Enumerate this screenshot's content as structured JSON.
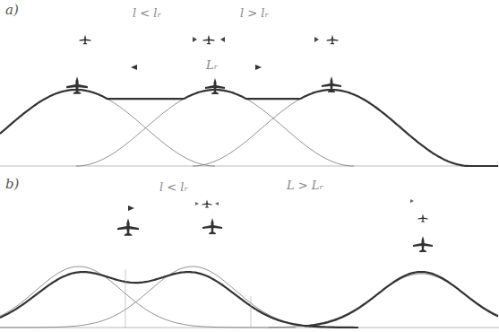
{
  "diagram": {
    "labels": [
      "a)",
      "l < lᵣ",
      "l > lᵣ",
      "Lᵣ",
      "b)",
      "l < lᵣ",
      "L > Lᵣ"
    ]
  }
}
